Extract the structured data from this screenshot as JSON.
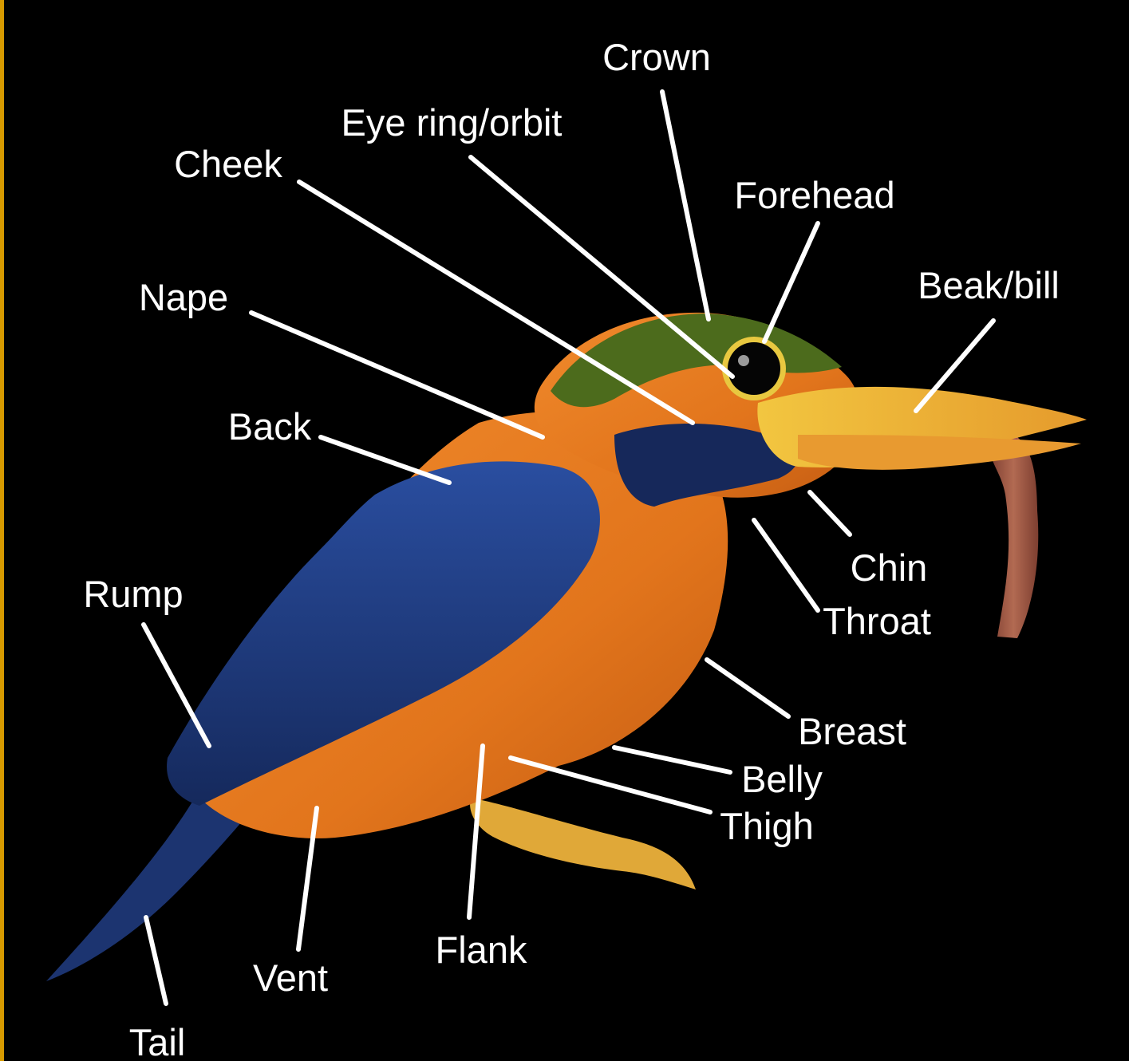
{
  "diagram": {
    "subject": "kingfisher",
    "background_color": "#000000",
    "accent_color": "#d69a00",
    "labels": {
      "crown": "Crown",
      "eye_ring": "Eye ring/orbit",
      "cheek": "Cheek",
      "forehead": "Forehead",
      "beak": "Beak/bill",
      "nape": "Nape",
      "back": "Back",
      "chin": "Chin",
      "throat": "Throat",
      "rump": "Rump",
      "breast": "Breast",
      "belly": "Belly",
      "thigh": "Thigh",
      "flank": "Flank",
      "vent": "Vent",
      "tail": "Tail"
    },
    "colors": {
      "orange": "#e2751c",
      "blue": "#1e3a7a",
      "green": "#4c6b1c",
      "beak": "#e8b330",
      "worm": "#9a5240"
    }
  }
}
